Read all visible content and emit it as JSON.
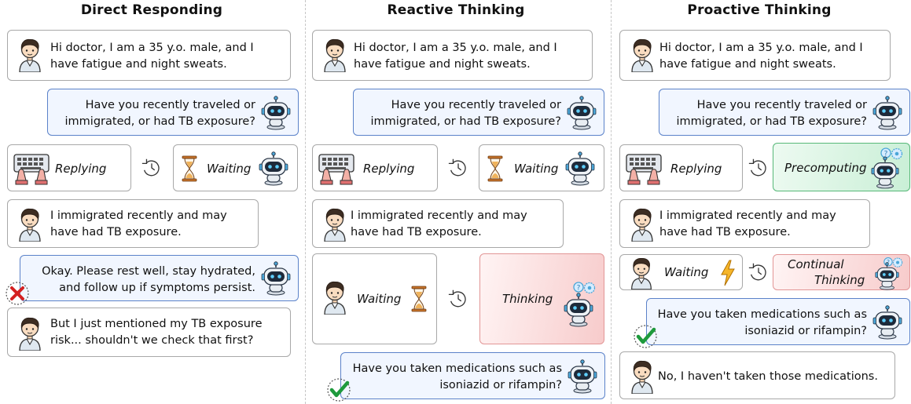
{
  "columns": [
    {
      "title": "Direct Responding",
      "user_msg_1": [
        "Hi doctor, I am a 35 y.o. male, and I",
        "have fatigue and night sweats."
      ],
      "bot_msg_1": [
        "Have you recently traveled or",
        "immigrated, or had TB exposure?"
      ],
      "user_state": "Replying",
      "bot_state": "Waiting",
      "user_msg_2": [
        "I immigrated recently and may",
        "have had TB exposure."
      ],
      "bot_msg_2": [
        "Okay. Please rest well, stay hydrated,",
        "and follow up if symptoms persist."
      ],
      "user_msg_3": [
        "But I just mentioned my TB exposure",
        "risk... shouldn't we check that first?"
      ]
    },
    {
      "title": "Reactive Thinking",
      "user_msg_1": [
        "Hi doctor, I am a 35 y.o. male, and I",
        "have fatigue and night sweats."
      ],
      "bot_msg_1": [
        "Have you recently traveled or",
        "immigrated, or had TB exposure?"
      ],
      "user_state": "Replying",
      "bot_state": "Waiting",
      "user_msg_2": [
        "I immigrated recently and may",
        "have had TB exposure."
      ],
      "user_state_2": "Waiting",
      "bot_state_2": "Thinking",
      "bot_msg_2": [
        "Have you taken medications such as",
        "isoniazid or rifampin?"
      ]
    },
    {
      "title": "Proactive Thinking",
      "user_msg_1": [
        "Hi doctor, I am a 35 y.o. male, and I",
        "have fatigue and night sweats."
      ],
      "bot_msg_1": [
        "Have you recently traveled or",
        "immigrated, or had TB exposure?"
      ],
      "user_state": "Replying",
      "bot_state": "Precomputing",
      "user_msg_2": [
        "I immigrated recently and may",
        "have had TB exposure."
      ],
      "user_state_2": "Waiting",
      "bot_state_2": [
        "Continual",
        "Thinking"
      ],
      "bot_msg_2": [
        "Have you taken medications such as",
        "isoniazid or rifampin?"
      ],
      "user_msg_3": "No, I haven't taken those medications."
    }
  ],
  "colors": {
    "bot_border": "#5b82c9",
    "bot_fill": "#f1f6ff",
    "precompute_green": "#57b878",
    "thinking_red": "#e29696",
    "check_green": "#1e9a3c",
    "cross_red": "#d42020"
  }
}
